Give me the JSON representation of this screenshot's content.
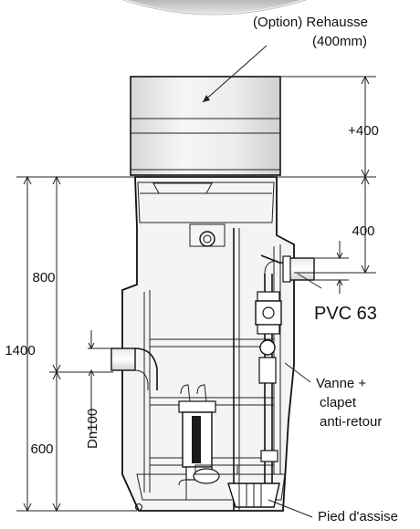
{
  "labels": {
    "riser_line1": "(Option) Rehausse",
    "riser_line2": "(400mm)",
    "dim_plus_400": "+400",
    "dim_400": "400",
    "dim_800": "800",
    "dim_1400": "1400",
    "dim_600": "600",
    "dn100": "Dn100",
    "pvc63": "PVC 63",
    "valve_line1": "Vanne +",
    "valve_line2": "clapet",
    "valve_line3": "anti-retour",
    "foot": "Pied d'assise"
  },
  "colors": {
    "background": "#ffffff",
    "line": "#111111",
    "tank_fill": "#f4f4f4",
    "riser_fill_light": "#f7f7f7",
    "riser_fill_dark": "#dcdcdc",
    "top_arc": "#cfcfcf"
  }
}
